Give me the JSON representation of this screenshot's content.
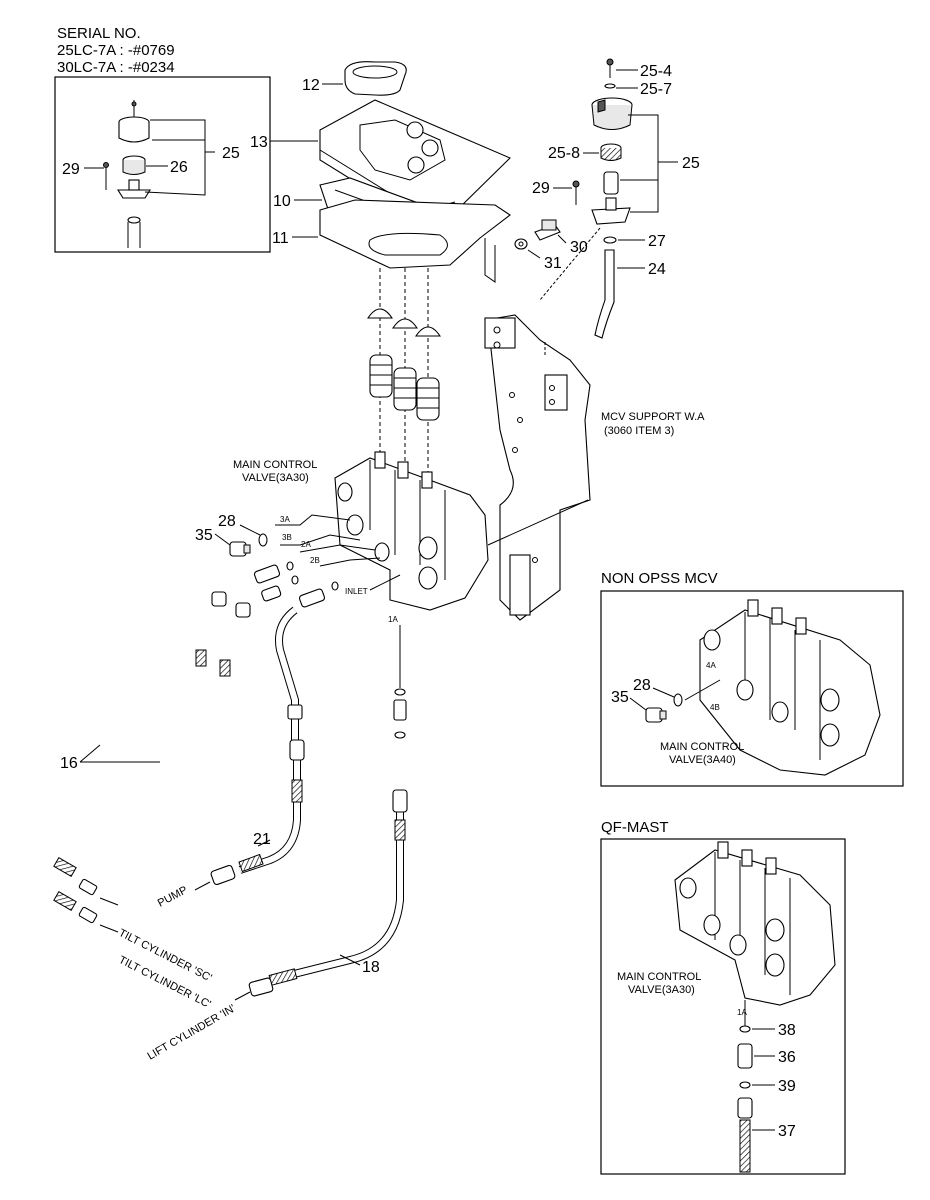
{
  "serial": {
    "title": "SERIAL NO.",
    "line1": "25LC-7A : -#0769",
    "line2": "30LC-7A : -#0234"
  },
  "callouts": {
    "n12": "12",
    "n13": "13",
    "n10": "10",
    "n11": "11",
    "n25_4": "25-4",
    "n25_7": "25-7",
    "n25_8": "25-8",
    "n25": "25",
    "n29": "29",
    "n30": "30",
    "n31": "31",
    "n27": "27",
    "n24": "24",
    "inset_n25": "25",
    "inset_n29": "29",
    "inset_n26": "26",
    "n28": "28",
    "n35": "35",
    "n16": "16",
    "n21": "21",
    "n18": "18",
    "opss_n28": "28",
    "opss_n35": "35",
    "qf_n38": "38",
    "qf_n36": "36",
    "qf_n39": "39",
    "qf_n37": "37"
  },
  "labels": {
    "mcv_support_1": "MCV SUPPORT W.A",
    "mcv_support_2": "(3060 ITEM 3)",
    "main_valve_1": "MAIN CONTROL",
    "main_valve_2": "VALVE(3A30)",
    "port_3a": "3A",
    "port_3b": "3B",
    "port_2a": "2A",
    "port_2b": "2B",
    "inlet": "INLET",
    "port_1a": "1A",
    "pump": "PUMP",
    "tilt_sc": "TILT CYLINDER 'SC'",
    "tilt_lc": "TILT CYLINDER 'LC'",
    "lift_in": "LIFT CYLINDER 'IN'"
  },
  "opss_panel": {
    "title": "NON OPSS MCV",
    "valve_1": "MAIN CONTROL",
    "valve_2": "VALVE(3A40)",
    "port_4a": "4A",
    "port_4b": "4B"
  },
  "qf_panel": {
    "title": "QF-MAST",
    "valve_1": "MAIN CONTROL",
    "valve_2": "VALVE(3A30)",
    "port_1a": "1A"
  }
}
